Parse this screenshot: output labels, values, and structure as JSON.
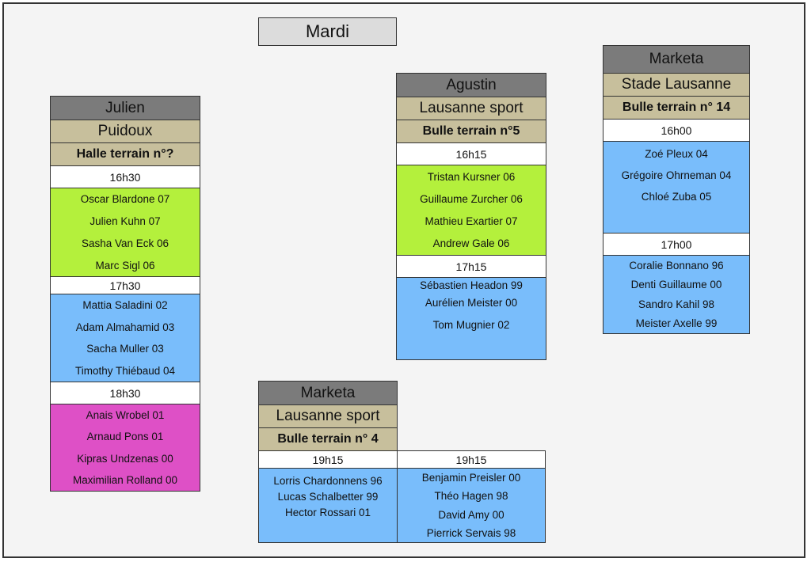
{
  "day": "Mardi",
  "julien": {
    "coach": "Julien",
    "site": "Puidoux",
    "field": "Halle terrain n°?",
    "sessions": [
      {
        "time": "16h30",
        "players": [
          "Oscar Blardone 07",
          "Julien Kuhn 07",
          "Sasha Van Eck 06",
          "Marc Sigl 06"
        ]
      },
      {
        "time": "17h30",
        "players": [
          "Mattia Saladini 02",
          "Adam Almahamid 03",
          "Sacha Muller 03",
          "Timothy Thiébaud 04"
        ]
      },
      {
        "time": "18h30",
        "players": [
          "Anais Wrobel 01",
          "Arnaud Pons 01",
          "Kipras Undzenas 00",
          "Maximilian Rolland 00"
        ]
      }
    ]
  },
  "agustin": {
    "coach": "Agustin",
    "site": "Lausanne sport",
    "field": "Bulle terrain n°5",
    "sessions": [
      {
        "time": "16h15",
        "players": [
          "Tristan Kursner 06",
          "Guillaume Zurcher 06",
          "Mathieu Exartier 07",
          "Andrew Gale 06"
        ]
      },
      {
        "time": "17h15",
        "players": [
          "Sébastien Headon 99",
          "Aurélien Meister 00",
          "Tom Mugnier 02"
        ]
      }
    ]
  },
  "marketa_stade": {
    "coach": "Marketa",
    "site": "Stade Lausanne",
    "field": "Bulle terrain n° 14",
    "sessions": [
      {
        "time": "16h00",
        "players": [
          "Zoé Pleux 04",
          "Grégoire Ohrneman 04",
          "Chloé Zuba 05"
        ]
      },
      {
        "time": "17h00",
        "players": [
          "Coralie Bonnano 96",
          "Denti Guillaume 00",
          "Sandro Kahil 98",
          "Meister Axelle 99"
        ]
      }
    ]
  },
  "marketa_sport": {
    "coach": "Marketa",
    "site": "Lausanne sport",
    "field": "Bulle terrain n° 4",
    "sessions": [
      {
        "time": "19h15",
        "players": [
          "Lorris Chardonnens 96",
          "Lucas Schalbetter 99",
          "Hector Rossari 01"
        ]
      },
      {
        "time": "19h15",
        "players": [
          "Benjamin Preisler 00",
          "Théo Hagen 98",
          "David Amy 00",
          "Pierrick Servais 98"
        ]
      }
    ]
  },
  "colors": {
    "coach_bg": "#7b7b7b",
    "site_bg": "#c7bf9c",
    "green": "#b4f03c",
    "blue": "#79bdfb",
    "magenta": "#de50c6"
  }
}
